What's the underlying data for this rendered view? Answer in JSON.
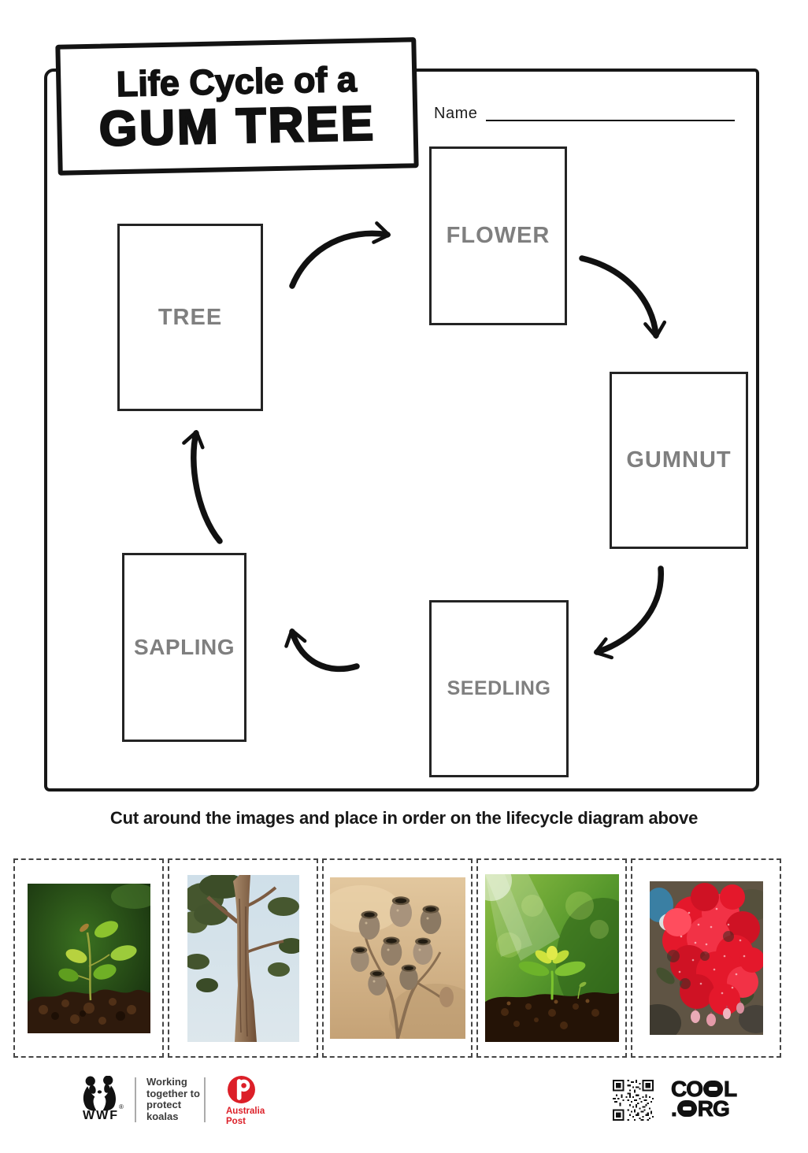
{
  "title": {
    "line1": "Life Cycle of a",
    "line2": "GUM TREE"
  },
  "name_field": {
    "label": "Name"
  },
  "stages": {
    "tree": "TREE",
    "flower": "FLOWER",
    "gumnut": "GUMNUT",
    "seedling": "SEEDLING",
    "sapling": "SAPLING"
  },
  "cycle_order": [
    "TREE",
    "FLOWER",
    "GUMNUT",
    "SEEDLING",
    "SAPLING"
  ],
  "instruction": "Cut around the images and place in order on the lifecycle diagram above",
  "cutouts": [
    {
      "image": "sapling-photo",
      "subject": "young sapling with green leaves growing from dark soil"
    },
    {
      "image": "gum-tree-photo",
      "subject": "tall gum tree trunk against pale blue sky"
    },
    {
      "image": "gumnuts-photo",
      "subject": "cluster of dried gumnut seed pods on a branch"
    },
    {
      "image": "seedling-photo",
      "subject": "tiny seedling sprouting from soil in sunlight"
    },
    {
      "image": "red-gum-flowers-photo",
      "subject": "bright red flowering gum blossoms"
    }
  ],
  "footer": {
    "wwf": {
      "acronym": "WWF",
      "registered": "®",
      "tagline_lines": [
        "Working",
        "together to",
        "protect",
        "koalas"
      ]
    },
    "australia_post": {
      "line1": "Australia",
      "line2": "Post",
      "brand_red": "#dc1f28"
    },
    "cool_org": {
      "line1_pre": "CO",
      "line1_post": "L",
      "line2_pre": ".",
      "line2_post": "RG"
    },
    "qr_code": "qr-code"
  },
  "colors": {
    "ink_black": "#151515",
    "stage_label_gray": "#7f7f7f",
    "auspost_red": "#dc1f28"
  }
}
